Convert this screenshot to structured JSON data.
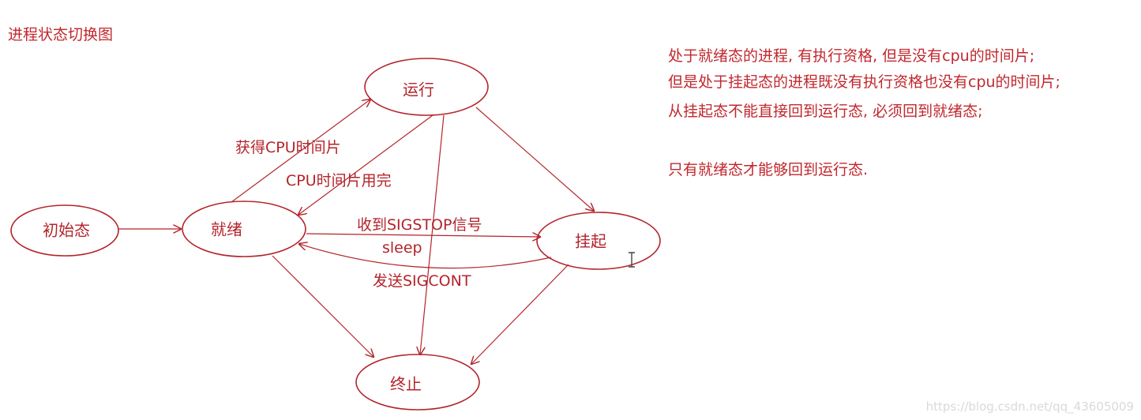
{
  "title": "进程状态切换图",
  "states": {
    "init": "初始态",
    "ready": "就绪",
    "running": "运行",
    "suspended": "挂起",
    "terminated": "终止"
  },
  "transitions": {
    "get_cpu": "获得CPU时间片",
    "cpu_used_up": "CPU时间片用完",
    "sigstop": "收到SIGSTOP信号",
    "sleep": "sleep",
    "sigcont": "发送SIGCONT"
  },
  "notes": [
    "处于就绪态的进程, 有执行资格, 但是没有cpu的时间片;",
    "但是处于挂起态的进程既没有执行资格也没有cpu的时间片;",
    "从挂起态不能直接回到运行态, 必须回到就绪态;",
    "只有就绪态才能够回到运行态."
  ],
  "watermark": "https://blog.csdn.net/qq_43605009"
}
